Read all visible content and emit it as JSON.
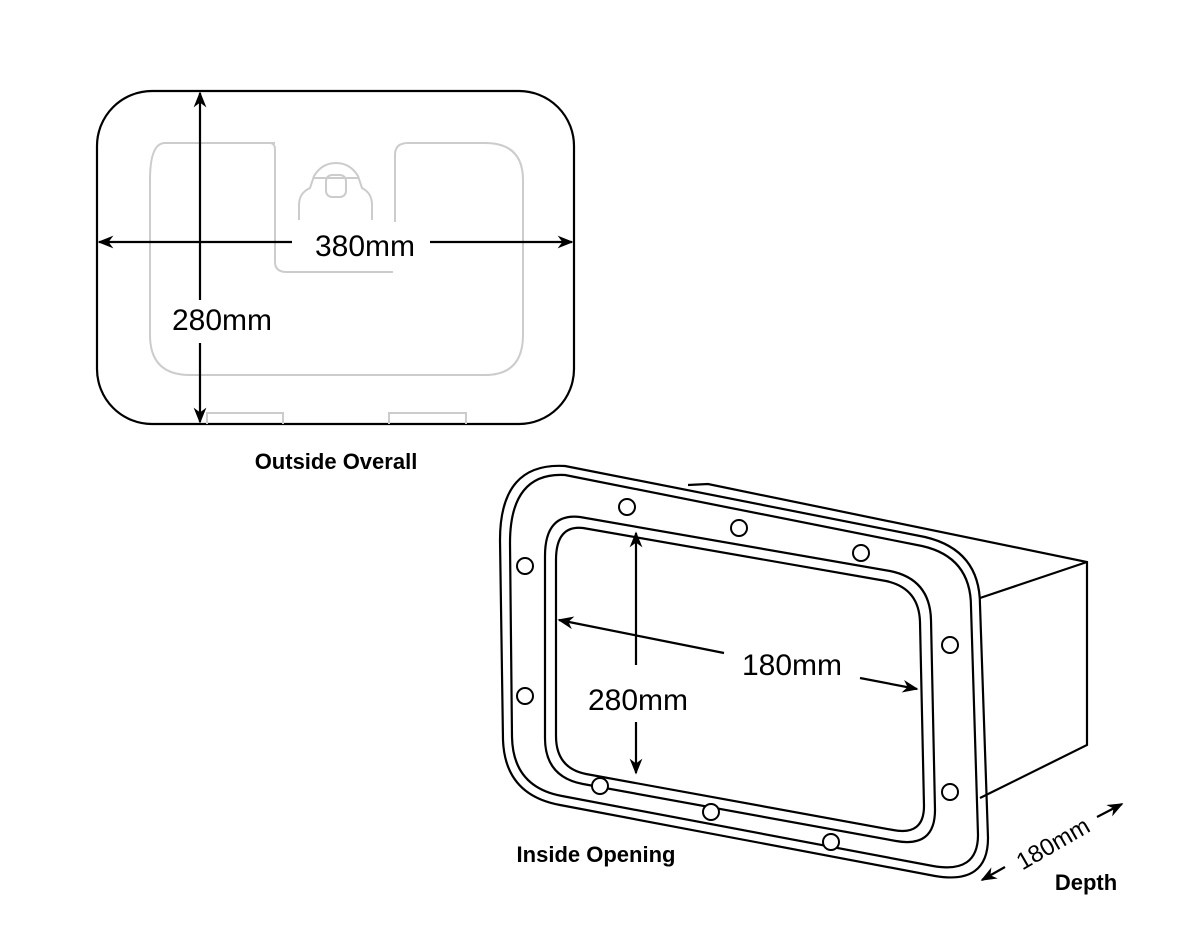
{
  "outside": {
    "width_label": "380mm",
    "height_label": "280mm",
    "caption": "Outside Overall"
  },
  "inside": {
    "width_label": "180mm",
    "height_label": "280mm",
    "caption": "Inside Opening"
  },
  "depth": {
    "value_label": "180mm",
    "caption": "Depth"
  }
}
